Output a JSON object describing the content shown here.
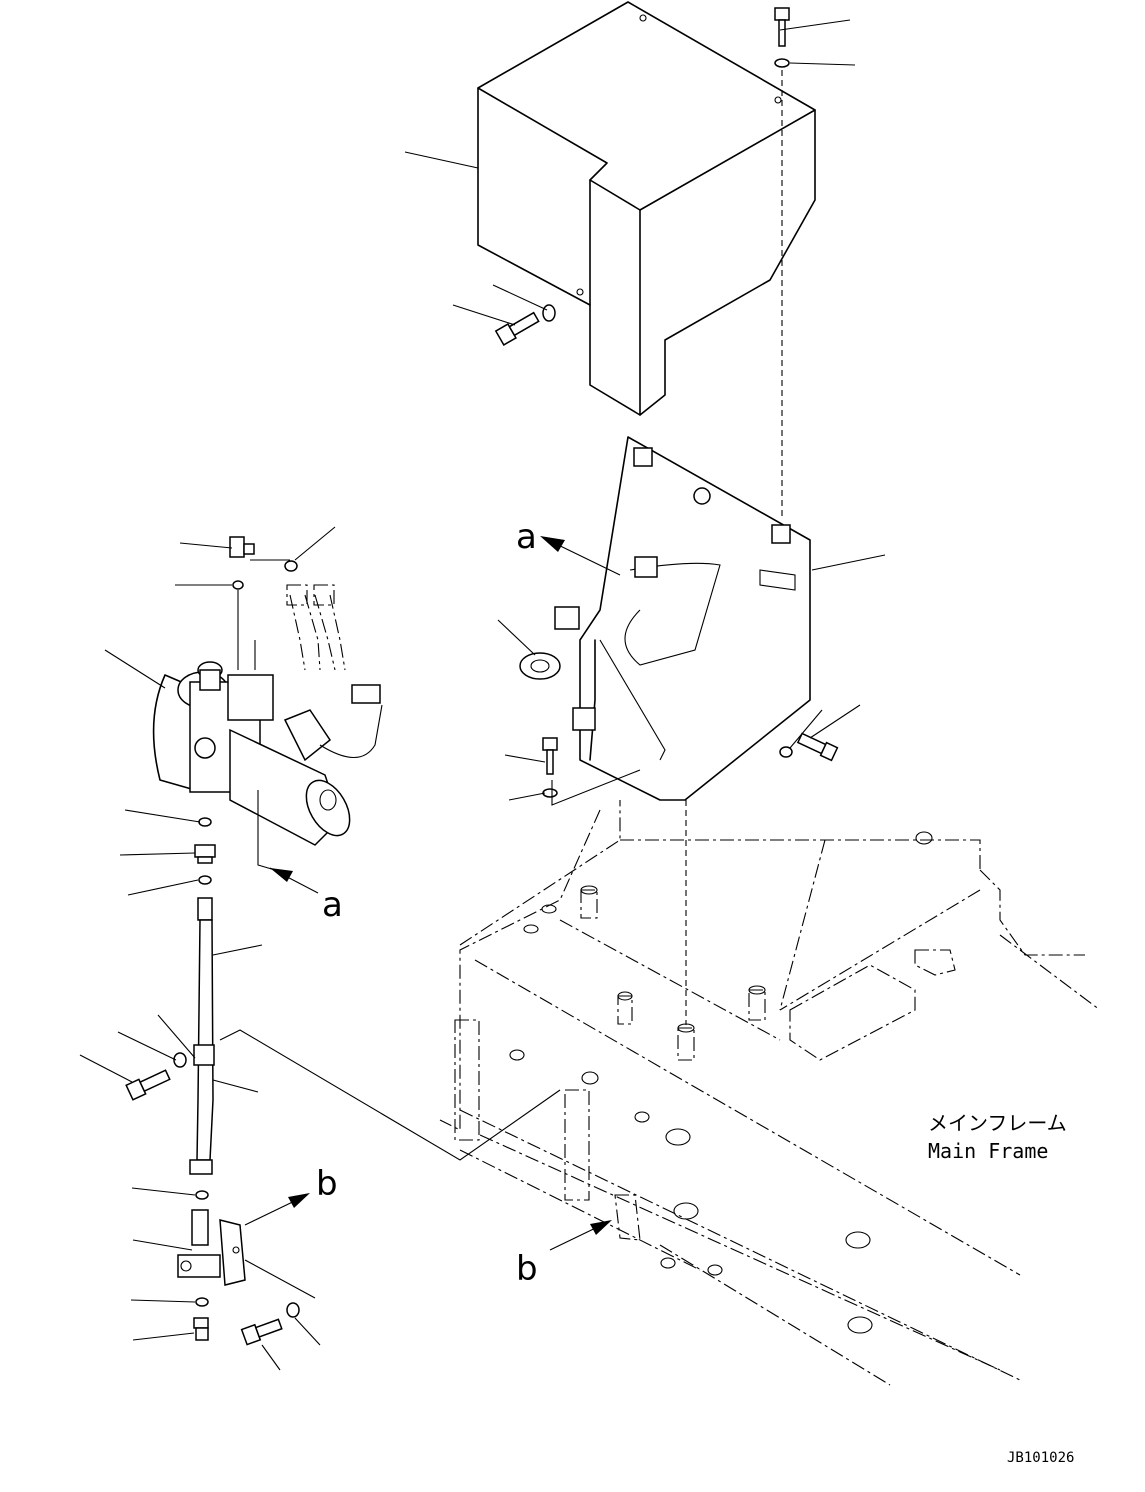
{
  "labels": {
    "main_frame_jp": "メインフレーム",
    "main_frame_en": "Main Frame",
    "drawing_number": "JB101026",
    "view_a_top": "a",
    "view_a_left": "a",
    "view_b_left": "b",
    "view_b_bottom": "b"
  }
}
